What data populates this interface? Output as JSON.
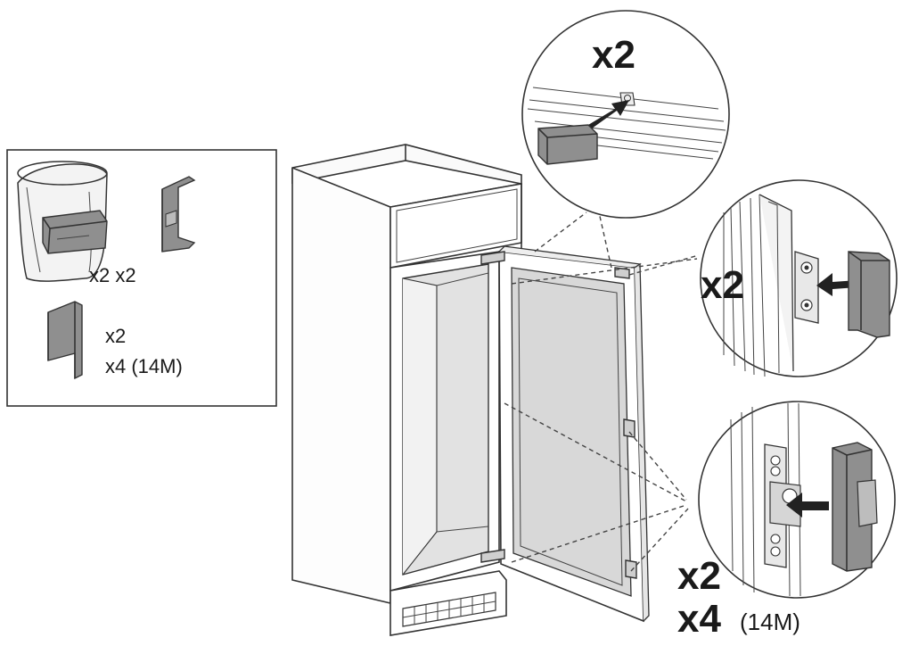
{
  "parts_box": {
    "bag_label": "x2 x2",
    "part_label_line1": "x2",
    "part_label_line2": "x4 (14M)"
  },
  "detail_top": {
    "label": "x2"
  },
  "detail_middle": {
    "label": "x2"
  },
  "detail_bottom": {
    "label_line1": "x2",
    "label_line2_bold": "x4",
    "label_line2_note": "(14M)"
  },
  "colors": {
    "part_fill": "#8f8f8f",
    "line": "#333333",
    "light_fill": "#cfcfcf"
  }
}
